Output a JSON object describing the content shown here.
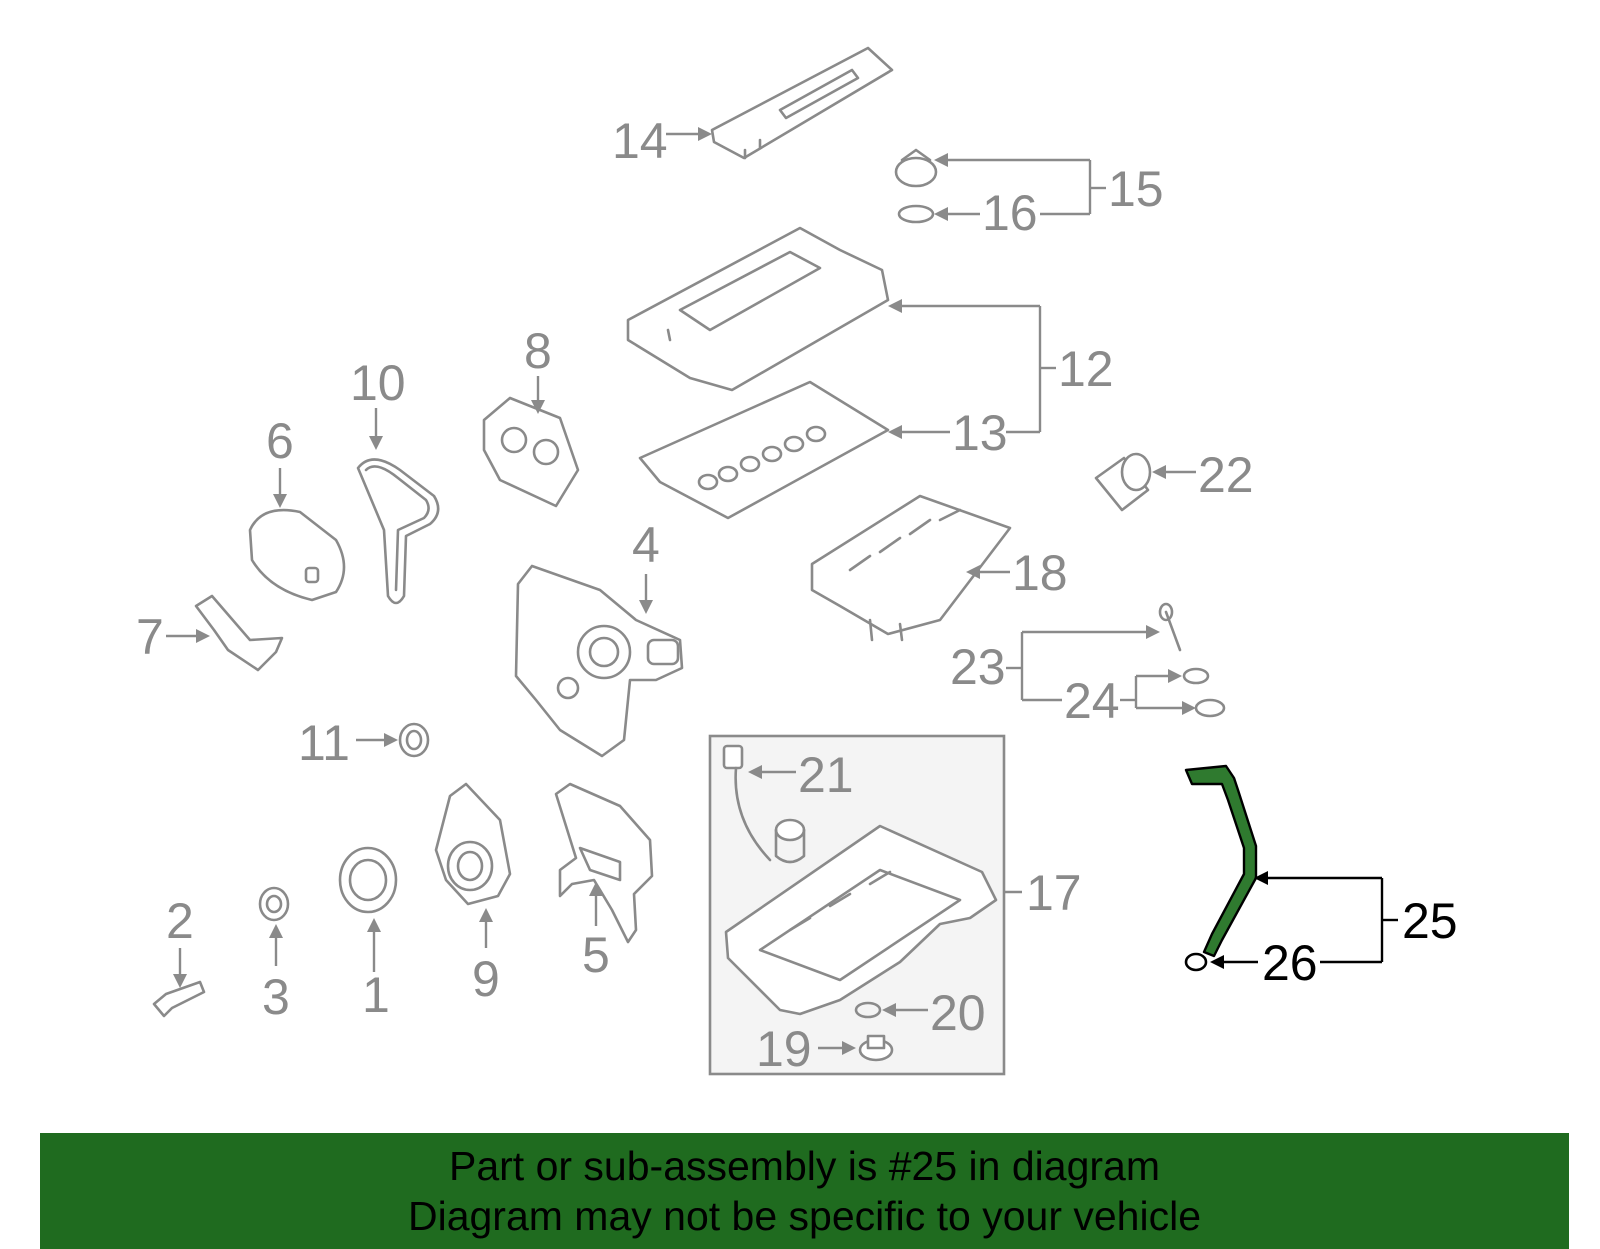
{
  "callouts": {
    "c1": "1",
    "c2": "2",
    "c3": "3",
    "c4": "4",
    "c5": "5",
    "c6": "6",
    "c7": "7",
    "c8": "8",
    "c9": "9",
    "c10": "10",
    "c11": "11",
    "c12": "12",
    "c13": "13",
    "c14": "14",
    "c15": "15",
    "c16": "16",
    "c17": "17",
    "c18": "18",
    "c19": "19",
    "c20": "20",
    "c21": "21",
    "c22": "22",
    "c23": "23",
    "c24": "24",
    "c25": "25",
    "c26": "26"
  },
  "highlighted_part": "25",
  "colors": {
    "diagram_gray": "#8a8a8a",
    "highlight_green": "#2f7a2f",
    "footer_green": "#1f6b1f"
  },
  "footer": {
    "line1": "Part or sub-assembly is #25 in diagram",
    "line2": "Diagram may not be specific to your vehicle"
  }
}
